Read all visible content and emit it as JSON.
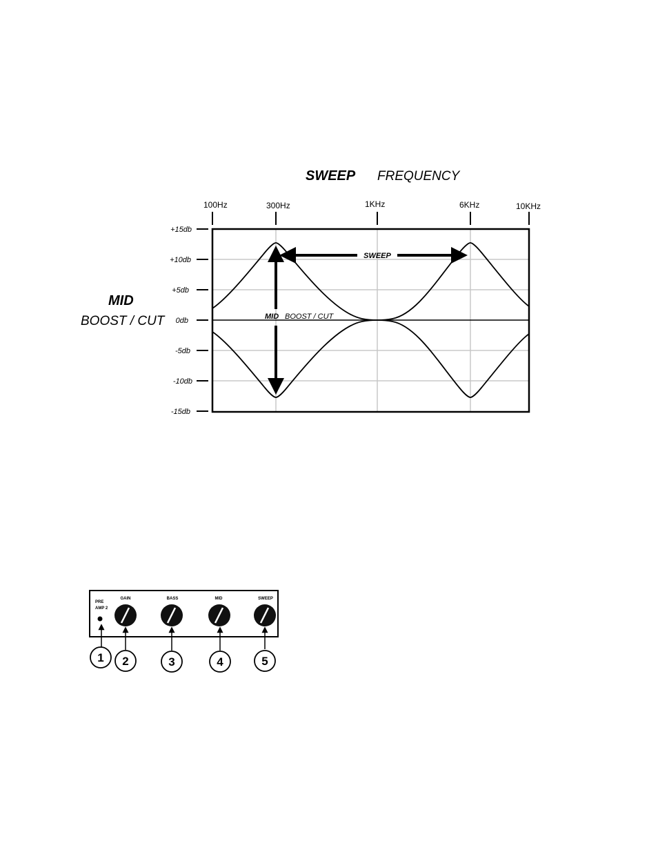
{
  "graph": {
    "title_bold": "SWEEP",
    "title_rest": "FREQUENCY",
    "side_title": "MID",
    "side_subtitle": "BOOST / CUT",
    "freq_labels": [
      "100Hz",
      "300Hz",
      "1KHz",
      "6KHz",
      "10KHz"
    ],
    "db_labels": [
      "+15db",
      "+10db",
      "+5db",
      "0db",
      "-5db",
      "-10db",
      "-15db"
    ],
    "sweep_arrow_label": "SWEEP",
    "boost_arrow_bold": "MID",
    "boost_arrow_rest": "BOOST / CUT"
  },
  "panel": {
    "pre_amp_line1": "PRE",
    "pre_amp_line2": "AMP 2",
    "knobs": [
      "GAIN",
      "BASS",
      "MID",
      "SWEEP"
    ],
    "callouts": [
      "1",
      "2",
      "3",
      "4",
      "5"
    ]
  },
  "colors": {
    "ink": "#000000",
    "grid": "#c8c8c8",
    "panel_bg": "#ffffff"
  }
}
